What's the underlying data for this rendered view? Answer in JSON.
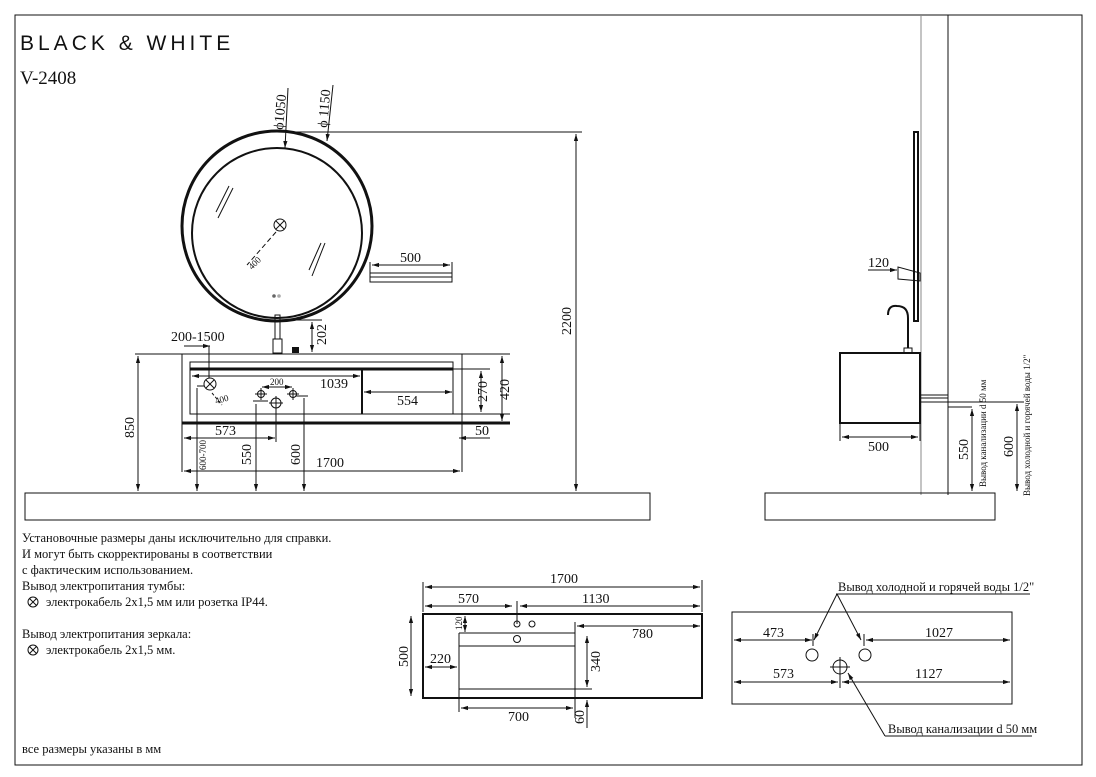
{
  "brand": "BLACK & WHITE",
  "model": "V-2408",
  "front_view": {
    "mirror_inner_diameter": "ϕ1050",
    "mirror_outer_diameter": "ϕ 1150",
    "mirror_socket_radius": "400",
    "shelf_width": "500",
    "height_total": "2200",
    "faucet_gap": "202",
    "mirror_offset": "200-1500",
    "drawer_left_width": "1039",
    "drawer_right_width": "554",
    "tap_spacing": "200",
    "socket_radius": "400",
    "drawer_height": "270",
    "cabinet_height": "420",
    "cabinet_from_floor": "850",
    "drain_from_left": "573",
    "socket_height": "600-700",
    "drain_height": "550",
    "water_height": "600",
    "total_width": "1700",
    "side_gap": "50"
  },
  "side_view": {
    "mirror_shelf_depth": "120",
    "cabinet_depth": "500",
    "drain_height": "550",
    "drain_label": "Вывод канализации d 50 мм",
    "water_height": "600",
    "water_label": "Вывод холодной и горячей воды 1/2\""
  },
  "notes": {
    "line1": "Установочные размеры даны исключительно для справки.",
    "line2": "И могут быть скорректированы в соответствии",
    "line3": "с фактическим использованием.",
    "cabinet_power_title": "Вывод электропитания тумбы:",
    "cabinet_power_text": "электрокабель 2х1,5 мм или розетка IP44.",
    "mirror_power_title": "Вывод электропитания зеркала:",
    "mirror_power_text": "электрокабель 2х1,5 мм.",
    "units": "все размеры указаны в мм"
  },
  "top_view": {
    "total_width": "1700",
    "left_to_tap": "570",
    "tap_to_right": "1130",
    "tap_offset": "120",
    "right_part": "780",
    "depth": "500",
    "basin_left": "220",
    "basin_depth": "340",
    "basin_width": "700",
    "front_gap": "60"
  },
  "wall_plan": {
    "water_label": "Вывод холодной и горячей воды 1/2\"",
    "cold_from_left": "473",
    "hot_from_right": "1027",
    "drain_from_left": "573",
    "drain_from_right": "1127",
    "drain_label": "Вывод канализации d 50 мм"
  }
}
